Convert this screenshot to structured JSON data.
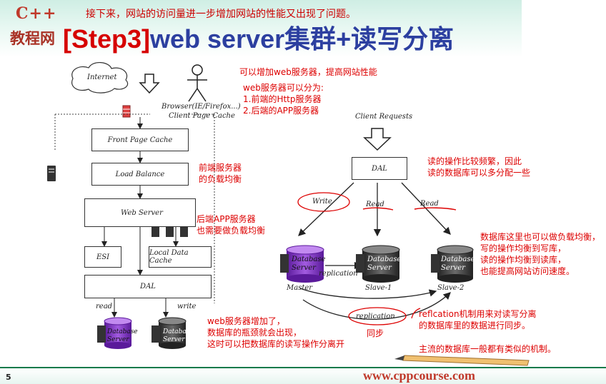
{
  "header": {
    "logo_top": "C++",
    "logo_bottom": "教程网",
    "subtitle": "接下来，网站的访问量进一步增加网站的性能又出现了问题。",
    "title_bracket": "[Step3]",
    "title_rest": "web server集群+读写分离"
  },
  "left_diagram": {
    "internet": "Internet",
    "browser": "Browser(IE/Firefox...)",
    "client_cache": "Client Page Cache",
    "front_cache": "Front Page Cache",
    "load_balance": "Load Balance",
    "web_server": "Web Server",
    "esi": "ESI",
    "local_cache": "Local Data Cache",
    "dal": "DAL",
    "read": "read",
    "write": "write",
    "db1": "Database Server",
    "db2": "Database Server"
  },
  "right_diagram": {
    "client_requests": "Client Requests",
    "dal": "DAL",
    "write": "Write",
    "read1": "Read",
    "read2": "Read",
    "master_db": "Database Server",
    "slave1_db": "Database Server",
    "slave2_db": "Database Server",
    "replication_inline": "replication",
    "master": "Master",
    "slave1": "Slave-1",
    "slave2": "Slave-2",
    "replication_bottom": "replication"
  },
  "notes": {
    "n1": "可以增加web服务器，提高网站性能",
    "n2a": "web服务器可以分为:",
    "n2b": "1.前端的Http服务器",
    "n2c": "2.后端的APP服务器",
    "n3a": "前端服务器",
    "n3b": "的负载均衡",
    "n4a": "后端APP服务器",
    "n4b": "也需要做负载均衡",
    "n5a": "读的操作比较频繁，因此",
    "n5b": "读的数据库可以多分配一些",
    "n6a": "数据库这里也可以做负载均衡，",
    "n6b": "写的操作均衡到写库，",
    "n6c": "读的操作均衡到读库，",
    "n6d": "也能提高网站访问速度。",
    "n7a": "web服务器增加了，",
    "n7b": "数据库的瓶颈就会出现，",
    "n7c": "这时可以把数据库的读写操作分离开",
    "n8a": "reflcation机制用来对读写分离",
    "n8b": "的数据库里的数据进行同步。",
    "n8c": "同步",
    "n9": "主流的数据库一般都有类似的机制。"
  },
  "footer": {
    "page": "5",
    "url": "www.cppcourse.com"
  },
  "colors": {
    "title_blue": "#2c3fa0",
    "accent_red": "#d60000",
    "db_purple": "#7b2fbf",
    "db_dark": "#333333"
  }
}
